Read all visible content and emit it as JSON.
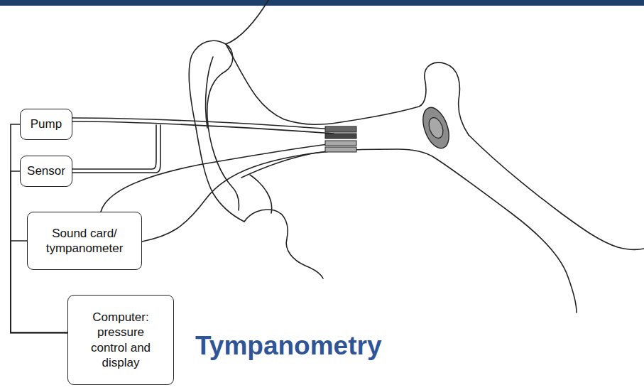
{
  "diagram": {
    "title": "Tympanometry",
    "nodes": [
      {
        "text": [
          "Pump"
        ]
      },
      {
        "text": [
          "Sensor"
        ]
      },
      {
        "text": [
          "Sound card/ tympanometer"
        ]
      },
      {
        "text": [
          "Computer: pressure control and display"
        ]
      }
    ],
    "edges": [
      {
        "from": 3,
        "to": 0,
        "arrow": "none"
      },
      {
        "from": 3,
        "to": 1,
        "arrow": "none"
      },
      {
        "from": 3,
        "to": 2,
        "arrow": "none"
      }
    ]
  }
}
